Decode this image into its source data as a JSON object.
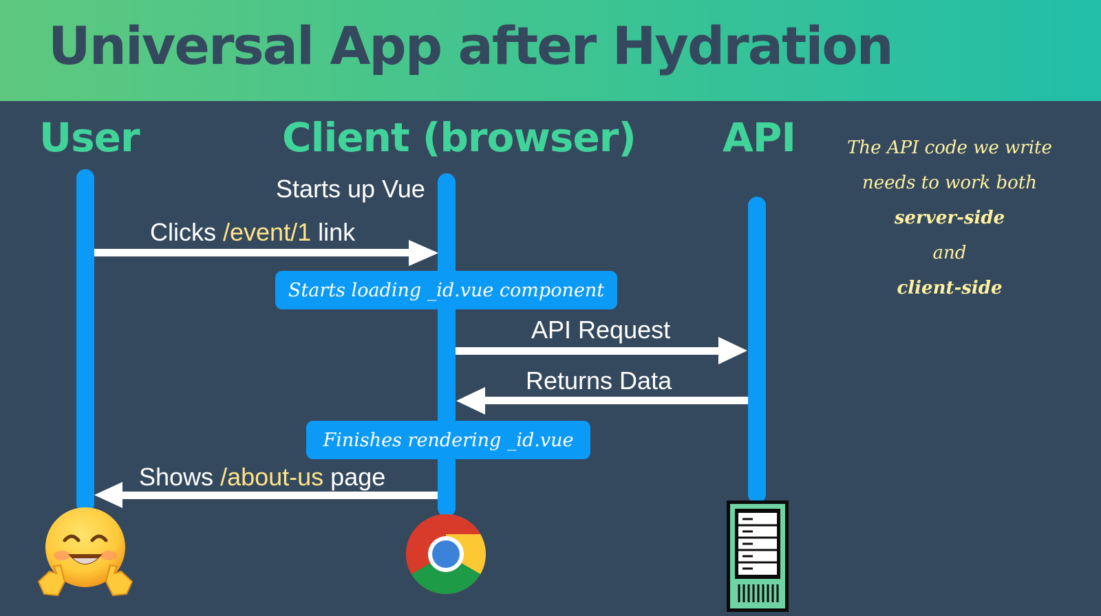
{
  "title": "Universal App after Hydration",
  "columns": {
    "user": "User",
    "client": "Client (browser)",
    "api": "API"
  },
  "messages": {
    "starts_up": "Starts up Vue",
    "clicks_prefix": "Clicks ",
    "clicks_path": "/event/1",
    "clicks_suffix": " link",
    "loading": "Starts loading _id.vue component",
    "api_request": "API Request",
    "returns_data": "Returns Data",
    "finishes": "Finishes rendering _id.vue",
    "shows_prefix": "Shows ",
    "shows_path": "/about-us",
    "shows_suffix": " page"
  },
  "note": {
    "line1": "The API code we write",
    "line2": "needs to work both",
    "line3": "server-side",
    "line4": "and",
    "line5": "client-side"
  },
  "icons": {
    "user": "hugging-face-emoji-icon",
    "client": "chrome-browser-icon",
    "api": "server-icon"
  },
  "colors": {
    "background": "#35495e",
    "header_start": "#5ec87f",
    "header_end": "#22bea8",
    "heading": "#41d49a",
    "lifeline": "#0c9af7",
    "highlight": "#ffe48a",
    "note": "#fff1a0"
  }
}
